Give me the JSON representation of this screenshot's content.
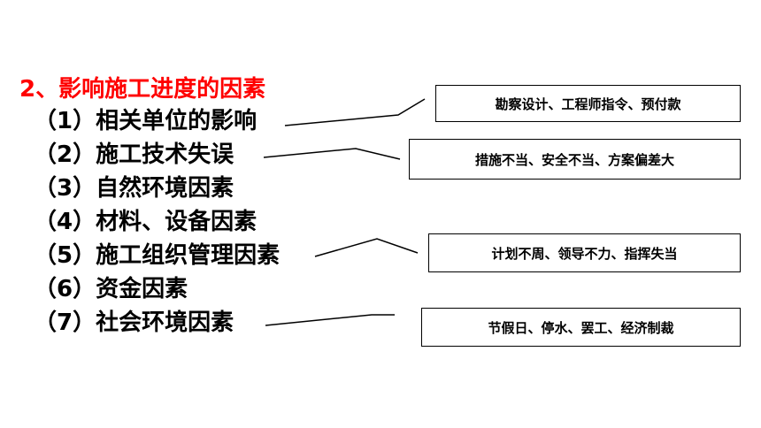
{
  "heading": "2、影响施工进度的因素",
  "factors": [
    "（1）相关单位的影响",
    "（2）施工技术失误",
    "（3）自然环境因素",
    "（4）材料、设备因素",
    "（5）施工组织管理因素",
    "（6）资金因素",
    "（7）社会环境因素"
  ],
  "notes": [
    "勘察设计、工程师指令、预付款",
    "措施不当、安全不当、方案偏差大",
    "计划不周、领导不力、指挥失当",
    "节假日、停水、罢工、经济制裁"
  ],
  "colors": {
    "heading": "#ff0000",
    "text": "#000000",
    "box_border": "#000000",
    "background": "#ffffff"
  }
}
